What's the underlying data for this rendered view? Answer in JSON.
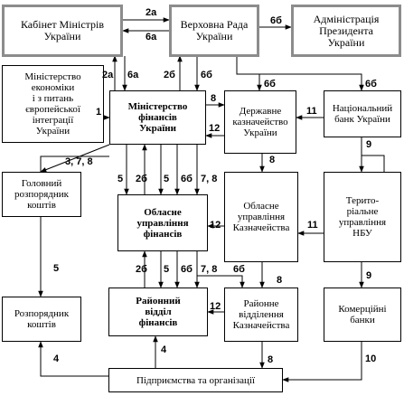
{
  "nodes": {
    "cabinet": "Кабінет Міністрів\nУкраїни",
    "rada": "Верховна Рада\nУкраїни",
    "president": "Адміністрація\nПрезидента\nУкраїни",
    "ministry_economy": "Міністерство\nекономіки\nі з питань\nєвропейської\nінтеграції\nУкраїни",
    "ministry_finance": "Міністерство\nфінансів\nУкраїни",
    "treasury": "Державне\nказначейство\nУкраїни",
    "nbu": "Національний\nбанк України",
    "head_manager": "Головний\nрозпорядник\nкоштів",
    "oblast_finance": "Обласне\nуправління\nфінансів",
    "oblast_treasury": "Обласне\nуправління\nКазначейства",
    "territorial_nbu": "Терито-\nріальне\nуправління\nНБУ",
    "manager": "Розпорядник\nкоштів",
    "district_finance": "Районний\nвідділ\nфінансів",
    "district_treasury": "Районне\nвідділення\nКазначейства",
    "commercial_banks": "Комерційні\nбанки",
    "enterprises": "Підприємства та організації"
  },
  "labels": {
    "l_2a_top": "2а",
    "l_6a_top": "6а",
    "l_6b_top": "6б",
    "l_2a_mid": "2а",
    "l_6a_mid": "6а",
    "l_2b_mid": "2б",
    "l_6b_mid": "6б",
    "l_6b_tr": "6б",
    "l_6b_nbu": "6б",
    "l_1": "1",
    "l_8_tr": "8",
    "l_12_tr": "12",
    "l_11_tr": "11",
    "l_9_nbu": "9",
    "l_378": "3, 7, 8",
    "l_5_r1": "5",
    "l_2b_r1": "2б",
    "l_5b_r1": "5",
    "l_6b_r1": "6б",
    "l_78_r1": "7, 8",
    "l_8_otr": "8",
    "l_12_of": "12",
    "l_11_otr": "11",
    "l_5_left": "5",
    "l_2b_r2": "2б",
    "l_5_r2": "5",
    "l_6b_r2": "6б",
    "l_78_r2": "7, 8",
    "l_6b_dt": "6б",
    "l_8_dt": "8",
    "l_9_tnbu": "9",
    "l_12_df": "12",
    "l_4_df": "4",
    "l_8_ent": "8",
    "l_4_left": "4",
    "l_10": "10"
  }
}
